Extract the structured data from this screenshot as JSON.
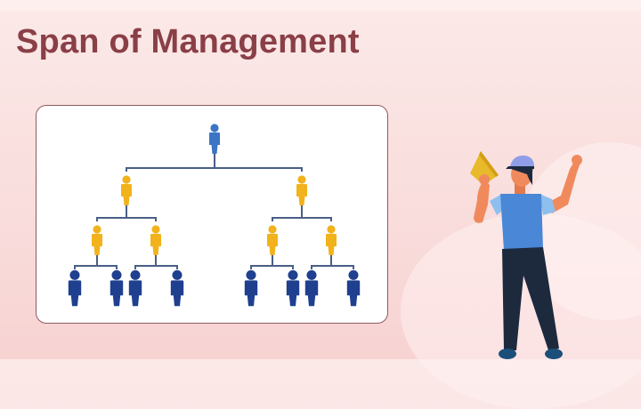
{
  "title": "Span of Management",
  "colors": {
    "title": "#8a3f47",
    "background": "#f9dedd",
    "card_border": "#8f5a60",
    "connector": "#4a5f86",
    "level1": "#3b75c4",
    "level2": "#f2b21b",
    "level3": "#f2b21b",
    "level4": "#1f3f8f"
  },
  "org_chart": {
    "levels": [
      {
        "level": 1,
        "count": 1,
        "color": "blue"
      },
      {
        "level": 2,
        "count": 2,
        "color": "yellow"
      },
      {
        "level": 3,
        "count": 4,
        "color": "yellow"
      },
      {
        "level": 4,
        "count": 8,
        "color": "dark-blue"
      }
    ],
    "span_per_manager": 2
  },
  "illustration": {
    "description": "man with cap holding megaphone, arm raised",
    "megaphone_color": "#e8b92b",
    "shirt_color": "#4a87d6",
    "pants_color": "#1d2a3e"
  }
}
